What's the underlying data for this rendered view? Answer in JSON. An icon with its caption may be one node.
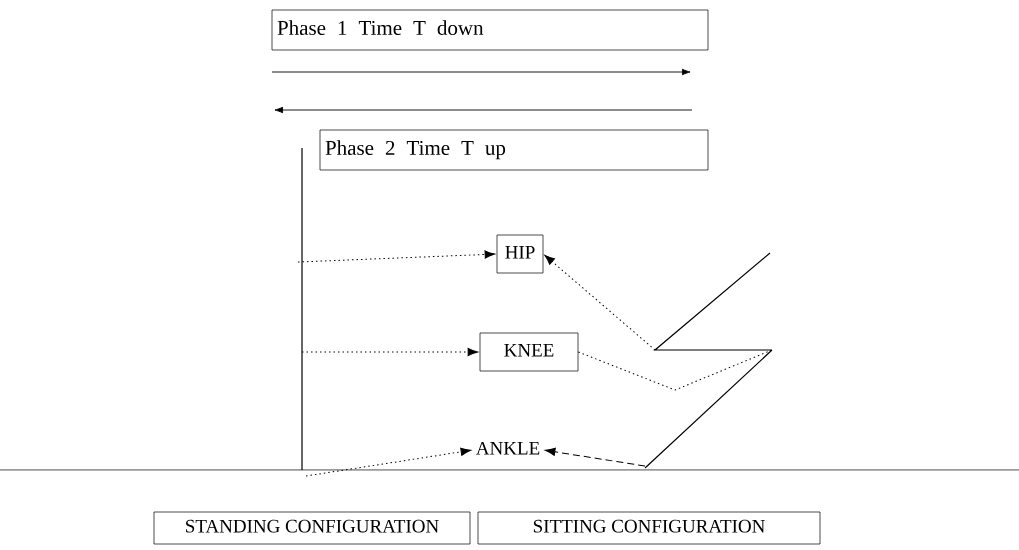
{
  "diagram": {
    "nodes": [
      {
        "text": [
          "Phase 1 Time T down"
        ]
      },
      {
        "text": [
          "Phase 2 Time T up"
        ]
      },
      {
        "text": [
          "HIP"
        ]
      },
      {
        "text": [
          "KNEE"
        ]
      },
      {
        "text": [
          "ANKLE"
        ]
      },
      {
        "text": [
          "STANDING CONFIGURATION"
        ]
      },
      {
        "text": [
          "SITTING CONFIGURATION"
        ]
      },
      {
        "text": [],
        "shape": "picture"
      },
      {
        "text": [],
        "shape": "picture"
      }
    ],
    "edges": [
      {
        "from": 7,
        "to": 2,
        "arrow": "to"
      },
      {
        "from": 7,
        "to": 3,
        "arrow": "to"
      },
      {
        "from": 7,
        "to": 4,
        "arrow": "to"
      },
      {
        "from": 8,
        "to": 2,
        "arrow": "to"
      },
      {
        "from": 3,
        "to": 8,
        "arrow": "none"
      },
      {
        "from": 8,
        "to": 4,
        "arrow": "to",
        "style": "dashed"
      }
    ]
  }
}
